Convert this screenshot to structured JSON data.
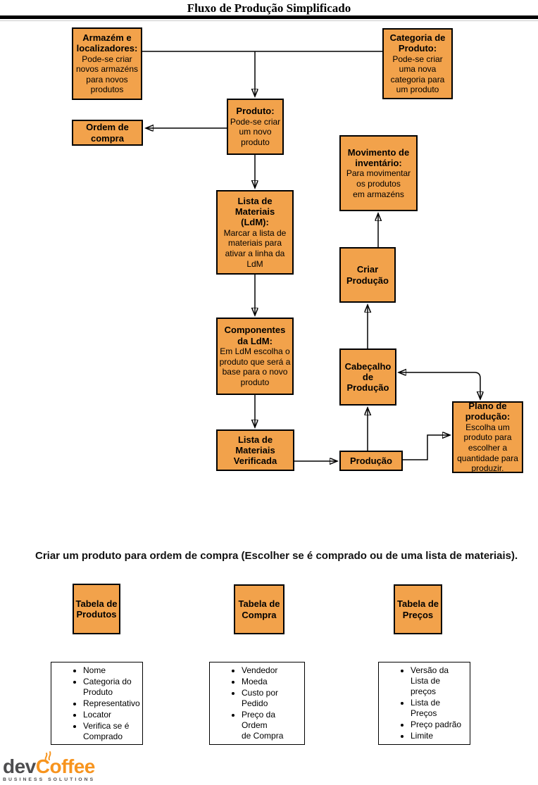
{
  "title": "Fluxo de Produção Simplificado",
  "flowchart": {
    "nodes": {
      "armazem": {
        "title": "Armazém e\nlocalizadores:",
        "body": "Pode-se criar\nnovos armazéns\npara novos\nprodutos"
      },
      "categoria": {
        "title": "Categoria de\nProduto:",
        "body": "Pode-se criar\numa nova\ncategoria para\num produto"
      },
      "ordem": {
        "title": "Ordem de\ncompra"
      },
      "produto": {
        "title": "Produto:",
        "body": "Pode-se criar\num novo\nproduto"
      },
      "movimento": {
        "title": "Movimento de\ninventário:",
        "body": "Para movimentar\nos produtos\nem armazéns"
      },
      "ldm": {
        "title": "Lista de\nMateriais\n(LdM):",
        "body": "Marcar a lista de\nmateriais para\nativar a linha da\nLdM"
      },
      "criar_producao": {
        "title": "Criar\nProdução"
      },
      "componentes": {
        "title": "Componentes\nda LdM:",
        "body": "Em LdM escolha o\nproduto que será a\nbase para o novo\nproduto"
      },
      "cabecalho": {
        "title": "Cabeçalho\nde\nProdução"
      },
      "ldm_verificada": {
        "title": "Lista de\nMateriais\nVerificada"
      },
      "producao": {
        "title": "Produção"
      },
      "plano": {
        "title": "Plano de\nprodução:",
        "body": "Escolha um\nproduto para\nescolher a\nquantidade para\nproduzir."
      }
    }
  },
  "section2": {
    "heading": "Criar um produto para ordem de compra (Escolher se é comprado ou de uma lista de materiais).",
    "tables": [
      {
        "label": "Tabela de\nProdutos"
      },
      {
        "label": "Tabela de\nCompra"
      },
      {
        "label": "Tabela de\nPreços"
      }
    ],
    "lists": [
      {
        "items": [
          "Nome",
          "Categoria do\nProduto",
          "Representativo",
          "Locator",
          "Verifica se é\nComprado"
        ]
      },
      {
        "items": [
          "Vendedor",
          "Moeda",
          "Custo por\nPedido",
          "Preço da Ordem\nde Compra"
        ]
      },
      {
        "items": [
          "Versão da\nLista de preços",
          "Lista de Preços",
          "Preço padrão",
          "Limite"
        ]
      }
    ]
  },
  "logo": {
    "brand_dev": "dev",
    "brand_coffee": "Coffee",
    "tagline": "BUSINESS SOLUTIONS"
  },
  "colors": {
    "node_fill": "#F2A24B",
    "node_border": "#000000",
    "logo_orange": "#F7941E",
    "logo_gray": "#4D4D4F"
  }
}
